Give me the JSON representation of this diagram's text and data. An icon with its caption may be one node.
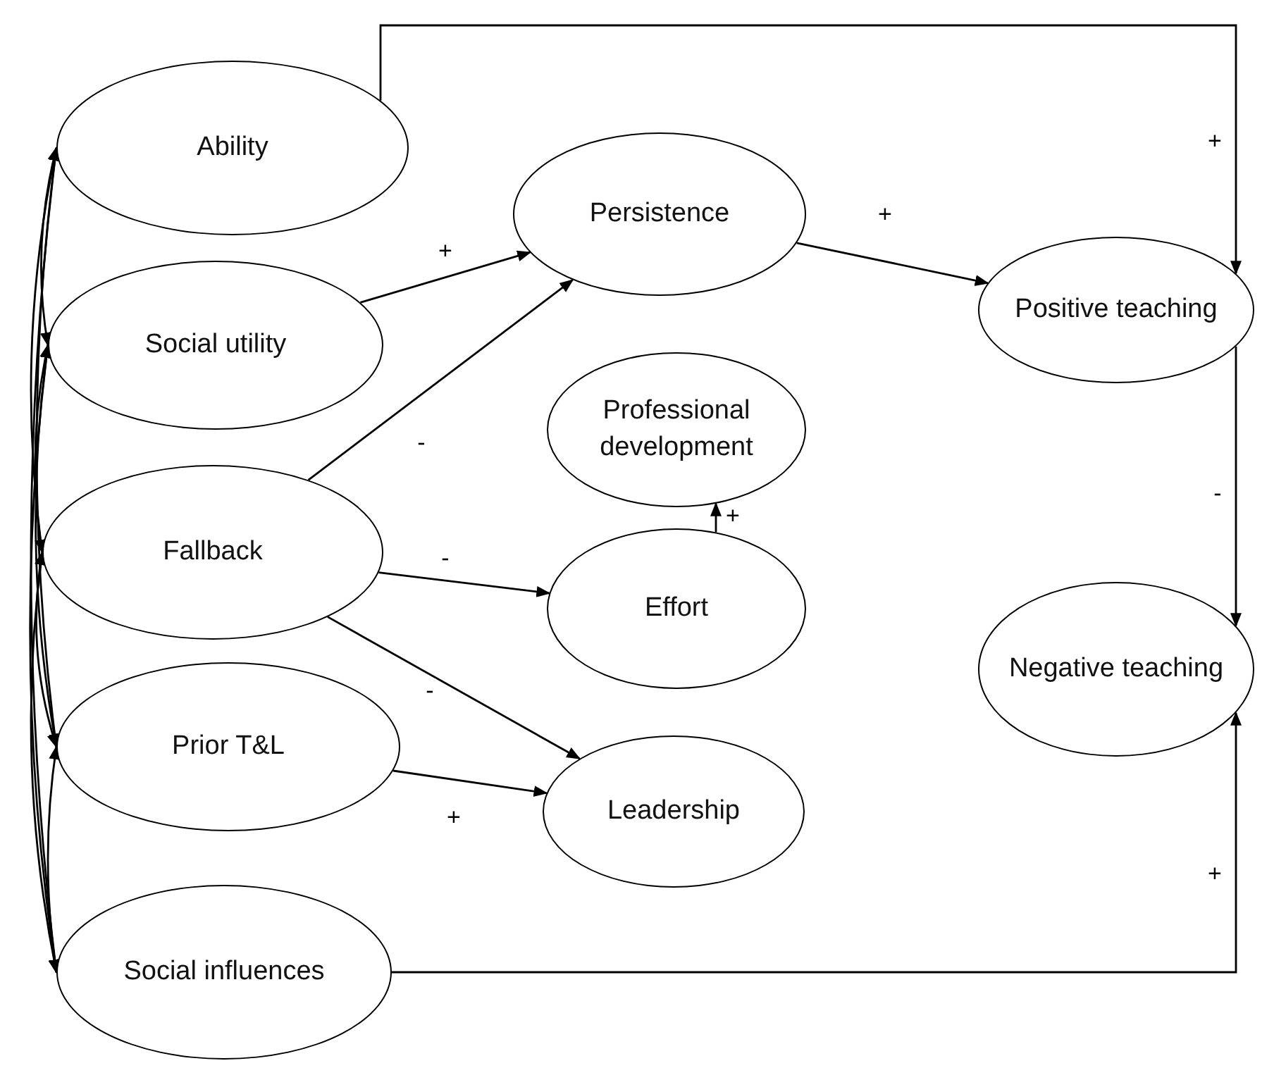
{
  "diagram": {
    "nodes": [
      {
        "text": [
          "Ability"
        ]
      },
      {
        "text": [
          "Social utility"
        ]
      },
      {
        "text": [
          "Fallback"
        ]
      },
      {
        "text": [
          "Prior T&L"
        ]
      },
      {
        "text": [
          "Social influences"
        ]
      },
      {
        "text": [
          "Persistence"
        ]
      },
      {
        "text": [
          "Professional development"
        ]
      },
      {
        "text": [
          "Effort"
        ]
      },
      {
        "text": [
          "Leadership"
        ]
      },
      {
        "text": [
          "Positive teaching"
        ]
      },
      {
        "text": [
          "Negative teaching"
        ]
      }
    ],
    "edges": [
      {
        "from": 0,
        "to": 9,
        "arrow": "to",
        "label": "+"
      },
      {
        "from": 1,
        "to": 5,
        "arrow": "to",
        "label": "+"
      },
      {
        "from": 2,
        "to": 5,
        "arrow": "to",
        "label": "-"
      },
      {
        "from": 2,
        "to": 7,
        "arrow": "to",
        "label": "-"
      },
      {
        "from": 2,
        "to": 8,
        "arrow": "to",
        "label": "-"
      },
      {
        "from": 3,
        "to": 8,
        "arrow": "to",
        "label": "+"
      },
      {
        "from": 7,
        "to": 6,
        "arrow": "to",
        "label": "+"
      },
      {
        "from": 5,
        "to": 9,
        "arrow": "to",
        "label": "+"
      },
      {
        "from": 9,
        "to": 10,
        "arrow": "to",
        "label": "-"
      },
      {
        "from": 4,
        "to": 10,
        "arrow": "to",
        "label": "+"
      },
      {
        "from": 0,
        "to": 1,
        "arrow": "both"
      },
      {
        "from": 0,
        "to": 2,
        "arrow": "both"
      },
      {
        "from": 0,
        "to": 3,
        "arrow": "both"
      },
      {
        "from": 0,
        "to": 4,
        "arrow": "both"
      },
      {
        "from": 1,
        "to": 2,
        "arrow": "both"
      },
      {
        "from": 1,
        "to": 3,
        "arrow": "both"
      },
      {
        "from": 1,
        "to": 4,
        "arrow": "both"
      },
      {
        "from": 2,
        "to": 3,
        "arrow": "both"
      },
      {
        "from": 2,
        "to": 4,
        "arrow": "both"
      },
      {
        "from": 3,
        "to": 4,
        "arrow": "both"
      }
    ]
  }
}
